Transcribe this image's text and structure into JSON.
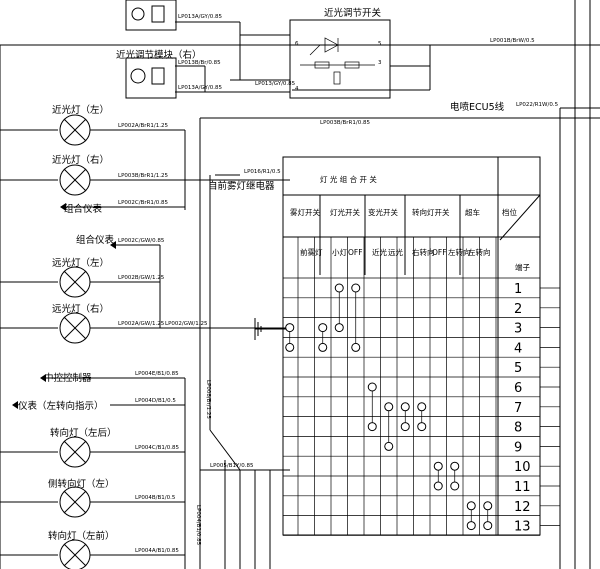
{
  "components": {
    "dimmer_module_right": "近光调节模块（右）",
    "dimmer_switch": "近光调节开关",
    "ecu_power": "电喷ECU5线",
    "low_beam_left": "近光灯（左）",
    "low_beam_right": "近光灯（右）",
    "combo_meter_1": "组合仪表",
    "combo_meter_2": "组合仪表",
    "high_beam_left": "远光灯（左）",
    "high_beam_right": "远光灯（右）",
    "front_fog_relay": "自前雾灯继电器",
    "central_controller": "中控控制器",
    "meter_turn": "仪表（左转向指示）",
    "turn_left_rear": "转向灯（左后）",
    "side_turn_left": "侧转向灯（左）",
    "turn_left_front": "转向灯（左前）"
  },
  "wires": {
    "w1": "LP013A/GY/0.85",
    "w2": "LP013B/Br/0.85",
    "w3": "LP013A/GY/0.85",
    "w4": "LP013/GY/0.85",
    "w5": "LP001B/BrW/0.5",
    "w6": "LP003B/BrR1/0.85",
    "w7": "LP022/R1W/0.5",
    "w8": "LP002A/BrR1/1.25",
    "w9": "LP003B/BrR1/1.25",
    "w10": "LP002C/BrR1/0.85",
    "w11": "LP016/R1/0.5",
    "w12": "LP002C/GW/0.85",
    "w13": "LP002B/GW/1.25",
    "w14": "LP002A/GW/1.25",
    "w15": "LP002/GW/1.25",
    "w16": "LP004E/B1/0.85",
    "w17": "LP004D/B1/0.5",
    "w18": "LP004C/B1/0.85",
    "w19": "LP004B/B1/0.5",
    "w20": "LP004A/B1/0.85",
    "w21": "LP005/B1Y/0.85",
    "w22": "LP008/Br/1.25",
    "w23": "LP004/B1/0.85"
  },
  "dimmer_pins": [
    "6",
    "5",
    "3",
    "4"
  ],
  "switch_table": {
    "title": "灯 光 组 合 开 关",
    "groups": [
      "雾灯开关",
      "灯光开关",
      "变光开关",
      "转向灯开关",
      "超车"
    ],
    "columns": [
      "前雾灯",
      "小灯",
      "OFF",
      "近光",
      "远光",
      "右转向",
      "OFF",
      "左转向",
      "左转向"
    ],
    "gear_header": "档位",
    "pin_header": "端子",
    "pins": [
      "1",
      "2",
      "3",
      "4",
      "5",
      "6",
      "7",
      "8",
      "9",
      "10",
      "11",
      "12",
      "13"
    ]
  }
}
